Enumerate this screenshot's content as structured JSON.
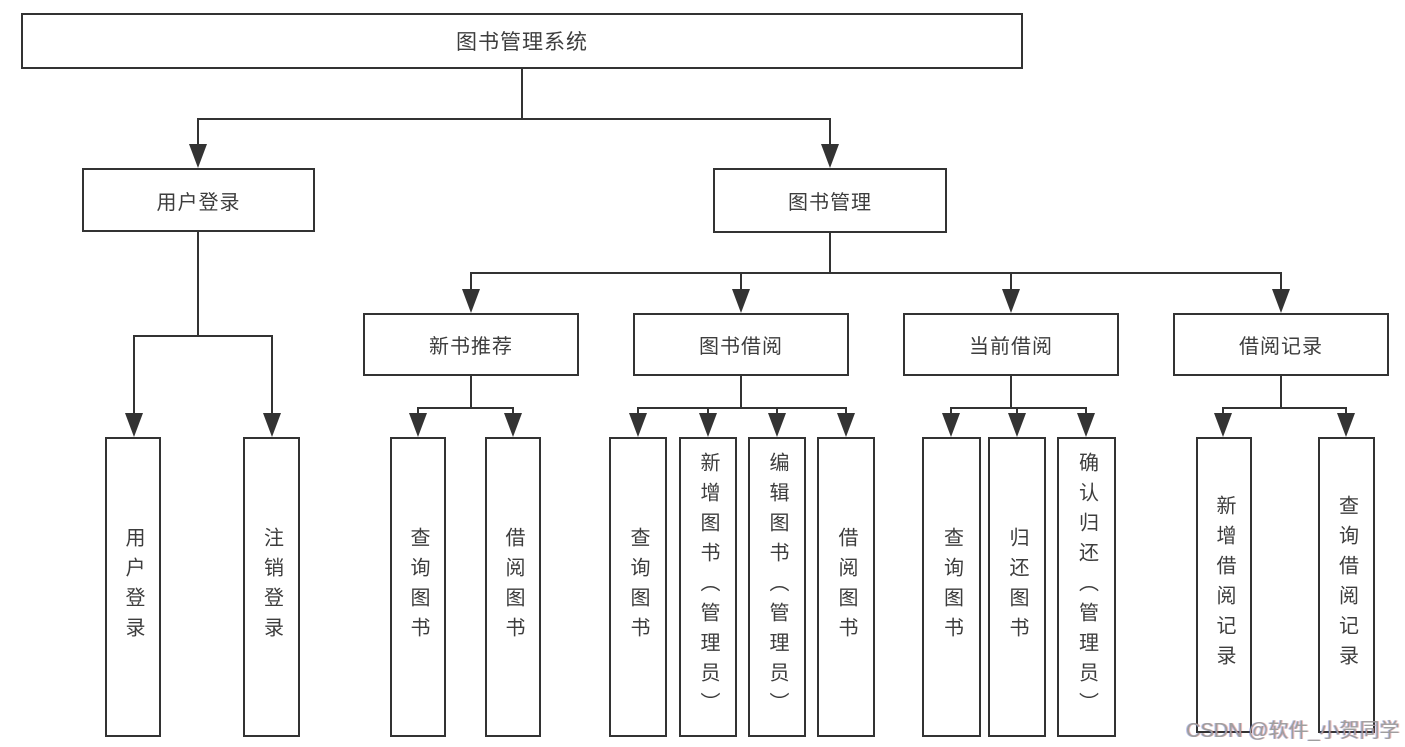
{
  "tree": {
    "root": {
      "label": "图书管理系统",
      "children": [
        {
          "label": "用户登录",
          "children": [
            {
              "label": "用户登录"
            },
            {
              "label": "注销登录"
            }
          ]
        },
        {
          "label": "图书管理",
          "children": [
            {
              "label": "新书推荐",
              "children": [
                {
                  "label": "查询图书"
                },
                {
                  "label": "借阅图书"
                }
              ]
            },
            {
              "label": "图书借阅",
              "children": [
                {
                  "label": "查询图书"
                },
                {
                  "label": "新增图书（管理员）"
                },
                {
                  "label": "编辑图书（管理员）"
                },
                {
                  "label": "借阅图书"
                }
              ]
            },
            {
              "label": "当前借阅",
              "children": [
                {
                  "label": "查询图书"
                },
                {
                  "label": "归还图书"
                },
                {
                  "label": "确认归还（管理员）"
                }
              ]
            },
            {
              "label": "借阅记录",
              "children": [
                {
                  "label": "新增借阅记录"
                },
                {
                  "label": "查询借阅记录"
                }
              ]
            }
          ]
        }
      ]
    }
  },
  "watermark": {
    "text": "CSDN @软件_小贺同学"
  },
  "colors": {
    "line": "#333333",
    "text": "#3d3d3d",
    "background": "#ffffff",
    "watermark": "#9e9e9e"
  }
}
